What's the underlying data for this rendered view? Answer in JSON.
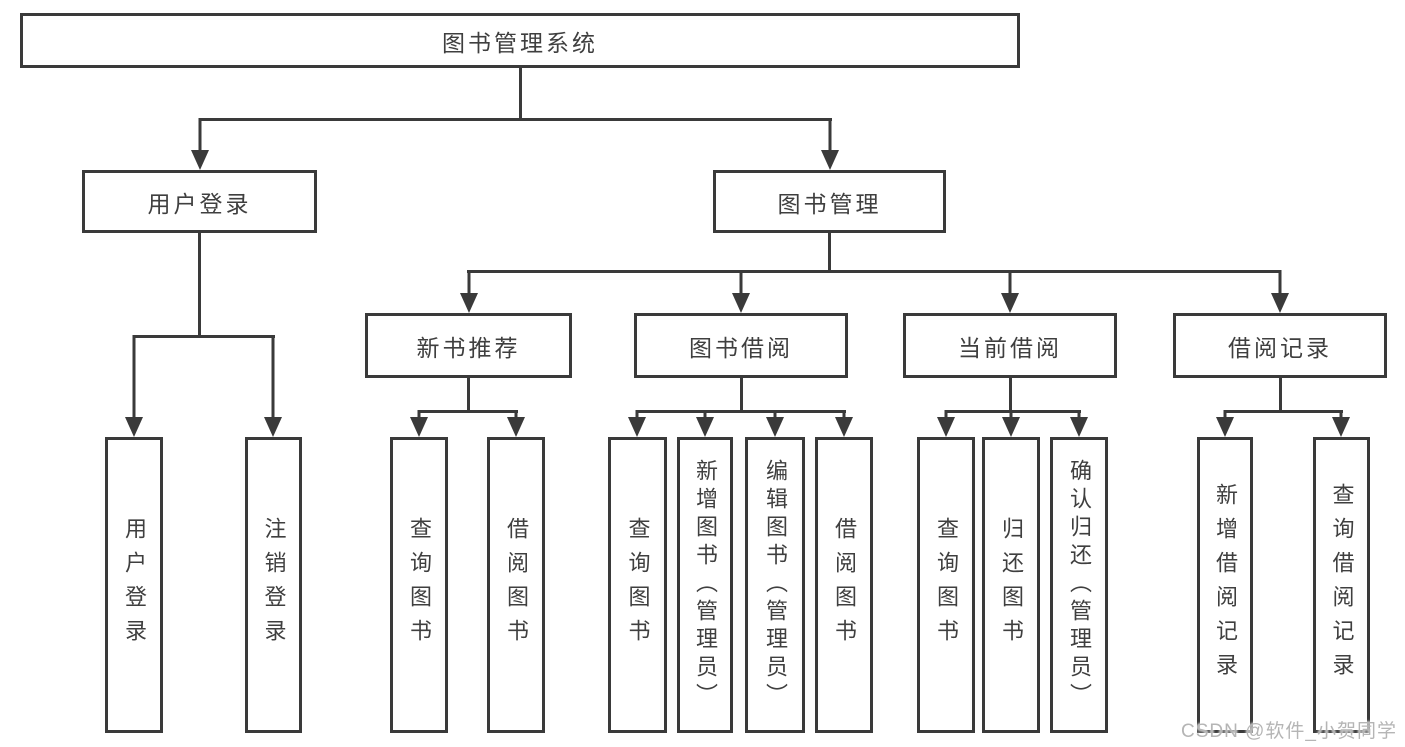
{
  "title": "图书管理系统",
  "level2": {
    "user_login": "用户登录",
    "book_management": "图书管理"
  },
  "level3": {
    "new_book_recommend": "新书推荐",
    "book_borrowing": "图书借阅",
    "current_borrowing": "当前借阅",
    "borrowing_records": "借阅记录"
  },
  "leaves": {
    "user_login": "用户登录",
    "logout": "注销登录",
    "recommend_query_books": "查询图书",
    "recommend_borrow_books": "借阅图书",
    "borrowing_query_books": "查询图书",
    "borrowing_add_books_admin": "新增图书（管理员）",
    "borrowing_edit_books_admin": "编辑图书（管理员）",
    "borrowing_borrow_books": "借阅图书",
    "current_query_books": "查询图书",
    "current_return_books": "归还图书",
    "current_confirm_return_admin": "确认归还（管理员）",
    "records_add_record": "新增借阅记录",
    "records_query_record": "查询借阅记录"
  },
  "watermark": "CSDN @软件_小贺同学",
  "colors": {
    "line": "#3a3a3a",
    "text": "#3f3f3f",
    "watermark": "#b5b5b5",
    "background": "#ffffff"
  }
}
